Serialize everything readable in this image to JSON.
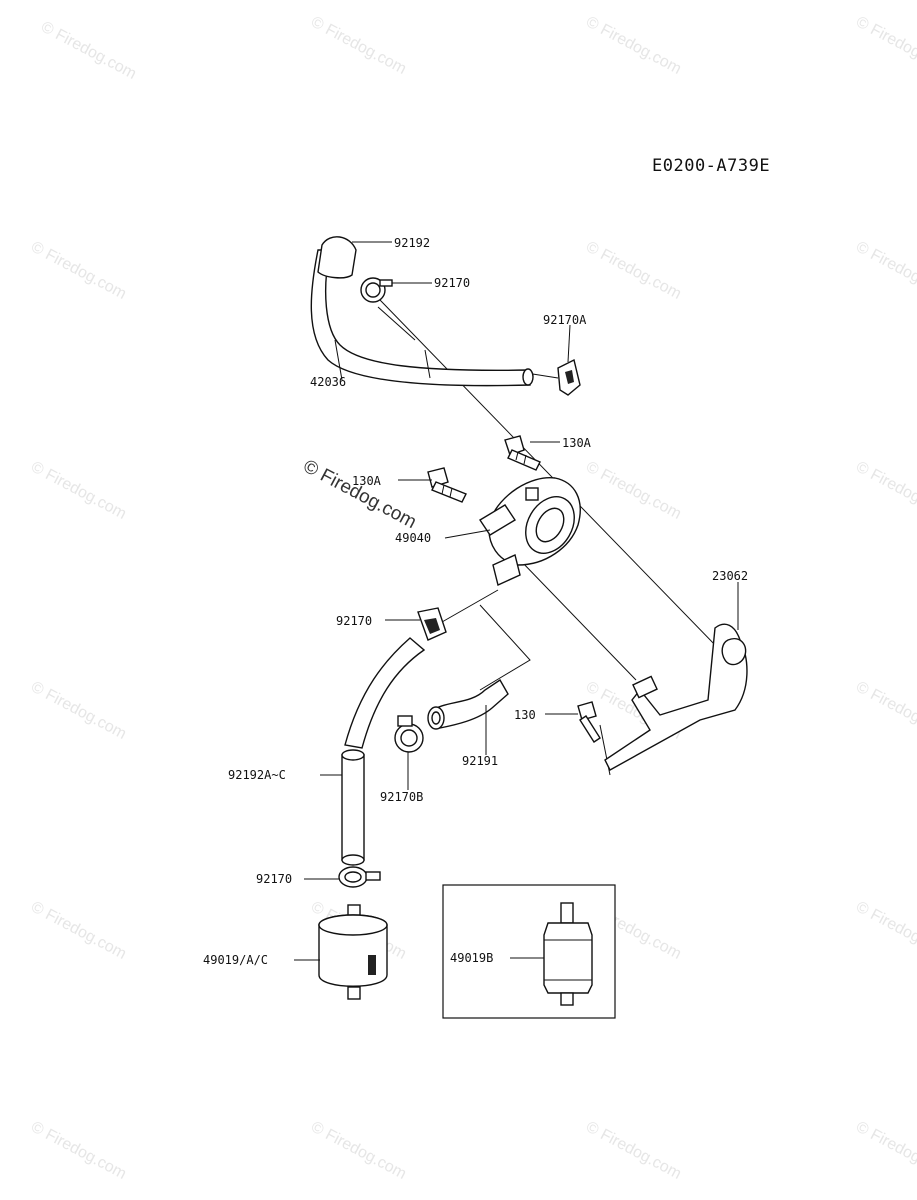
{
  "diagram_code": "E0200-A739E",
  "watermark": "© Firedog.com",
  "labels": {
    "hose_upper_clamp_end": "92192",
    "upper_clamp": "92170",
    "hose_42036": "42036",
    "clamp_92170a": "92170A",
    "bolt_130a_right": "130A",
    "bolt_130a_left": "130A",
    "pump_49040": "49040",
    "bracket_23062": "23062",
    "clamp_mid": "92170",
    "bolt_130": "130",
    "hose_92192a": "92192A~C",
    "clamp_92170b": "92170B",
    "hose_92191": "92191",
    "clamp_lower": "92170",
    "filter_49019": "49019/A/C",
    "filter_49019b": "49019B"
  }
}
